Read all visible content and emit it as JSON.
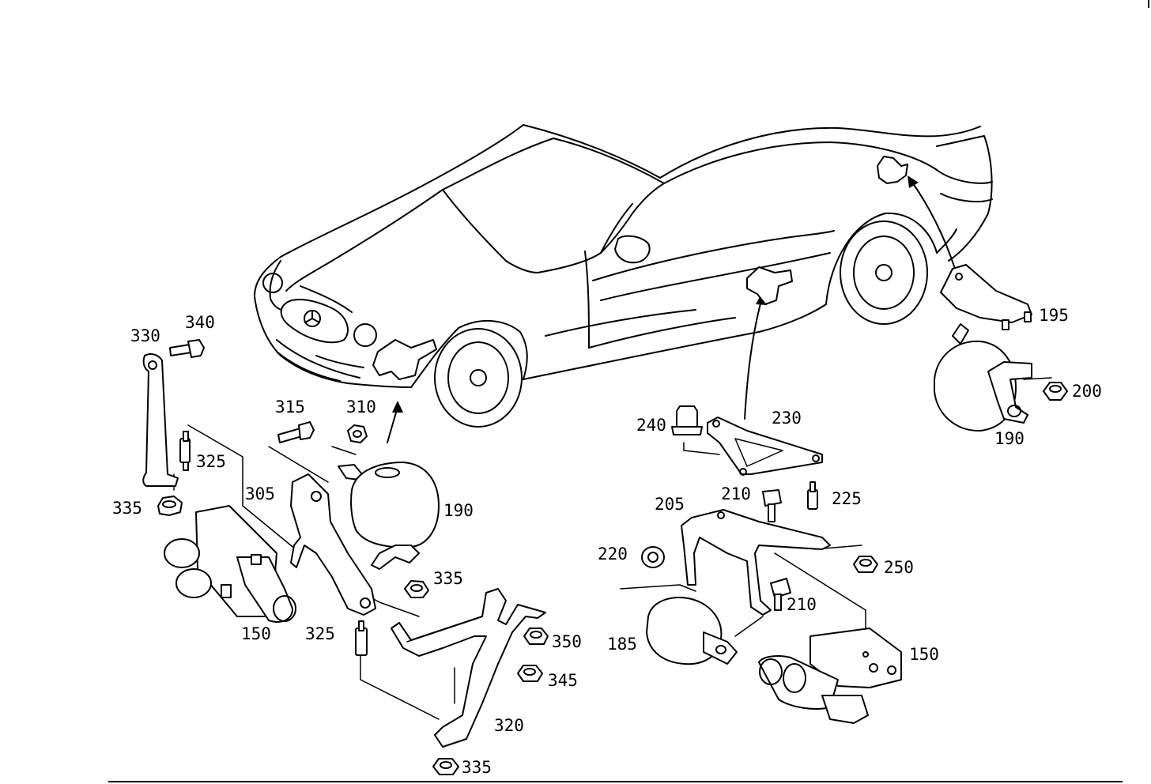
{
  "diagram": {
    "type": "exploded parts diagram",
    "part_labels": {
      "l150a": "150",
      "l150b": "150",
      "l185": "185",
      "l190a": "190",
      "l190b": "190",
      "l195": "195",
      "l200": "200",
      "l205": "205",
      "l210a": "210",
      "l210b": "210",
      "l220": "220",
      "l225": "225",
      "l230": "230",
      "l240": "240",
      "l250": "250",
      "l305": "305",
      "l310": "310",
      "l315": "315",
      "l320": "320",
      "l325a": "325",
      "l325b": "325",
      "l330": "330",
      "l335a": "335",
      "l335b": "335",
      "l335c": "335",
      "l340": "340",
      "l345": "345",
      "l350": "350"
    }
  }
}
